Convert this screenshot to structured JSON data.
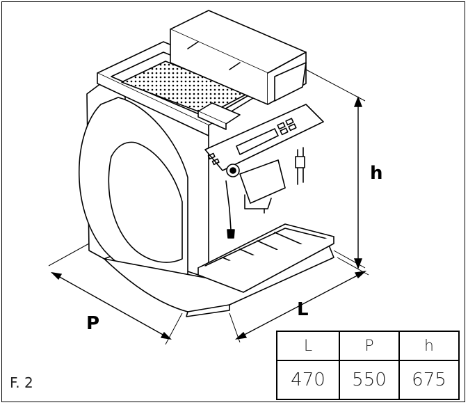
{
  "figure": {
    "label": "F. 2"
  },
  "dimension_labels": {
    "depth": "P",
    "length": "L",
    "height": "h"
  },
  "table": {
    "headers": [
      "L",
      "P",
      "h"
    ],
    "values": [
      "470",
      "550",
      "675"
    ]
  }
}
